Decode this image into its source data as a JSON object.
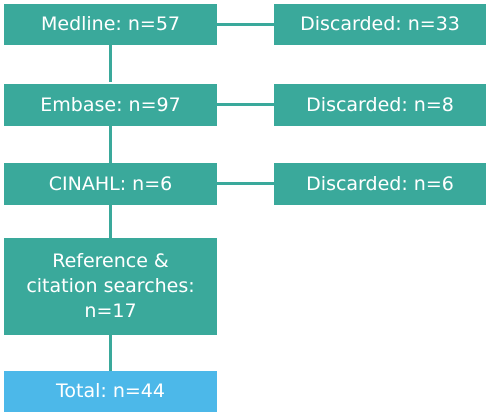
{
  "flowchart": {
    "sources": [
      {
        "label": "Medline: n=57",
        "discarded": "Discarded: n=33"
      },
      {
        "label": "Embase: n=97",
        "discarded": "Discarded: n=8"
      },
      {
        "label": "CINAHL: n=6",
        "discarded": "Discarded: n=6"
      }
    ],
    "reference": {
      "line1": "Reference &",
      "line2": "citation searches:",
      "line3": "n=17"
    },
    "total": "Total: n=44"
  },
  "colors": {
    "box": "#3aa99b",
    "total_box": "#4cb8e9",
    "text": "#ffffff",
    "connector": "#3aa99b"
  }
}
